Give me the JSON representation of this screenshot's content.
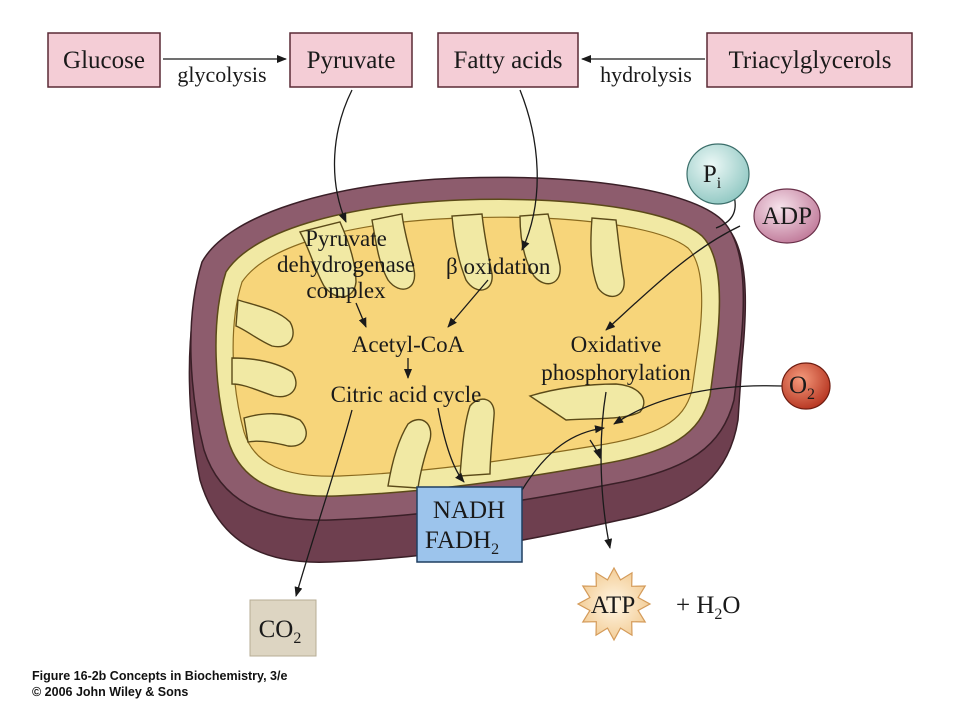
{
  "boxes": {
    "glucose": "Glucose",
    "pyruvate": "Pyruvate",
    "fatty_acids": "Fatty acids",
    "triacylglycerols": "Triacylglycerols"
  },
  "arrow_labels": {
    "glycolysis": "glycolysis",
    "hydrolysis": "hydrolysis"
  },
  "pathway": {
    "pdh_line1": "Pyruvate",
    "pdh_line2": "dehydrogenase",
    "pdh_line3": "complex",
    "beta_symbol": "β",
    "beta_text": " oxidation",
    "acetyl_coa": "Acetyl-CoA",
    "citric_acid_cycle": "Citric acid cycle",
    "oxphos_line1": "Oxidative",
    "oxphos_line2": "phosphorylation"
  },
  "nadh_box": {
    "line1": "NADH",
    "line2_main": "FADH",
    "line2_sub": "2"
  },
  "circles": {
    "pi_main": "P",
    "pi_sub": "i",
    "adp": "ADP",
    "o2_main": "O",
    "o2_sub": "2"
  },
  "products": {
    "atp": "ATP",
    "water_prefix": "+ H",
    "water_sub": "2",
    "water_suffix": "O",
    "co2_main": "CO",
    "co2_sub": "2"
  },
  "caption": {
    "line1": "Figure 16-2b  Concepts in Biochemistry, 3/e",
    "line2": "© 2006 John Wiley & Sons"
  },
  "colors": {
    "box_fill": "#f4cdd6",
    "box_stroke": "#5a2a35",
    "outer_membrane": "#7a4a5a",
    "inner_membrane": "#f2eaa0",
    "matrix": "#f7d57a",
    "nadh_fill": "#9cc4ec",
    "pi_fill": "#bfe2df",
    "adp_fill": "#dca3bd",
    "o2_fill": "#d8543a",
    "atp_fill": "#f8d7a6",
    "co2_fill": "#ddd5c2"
  }
}
